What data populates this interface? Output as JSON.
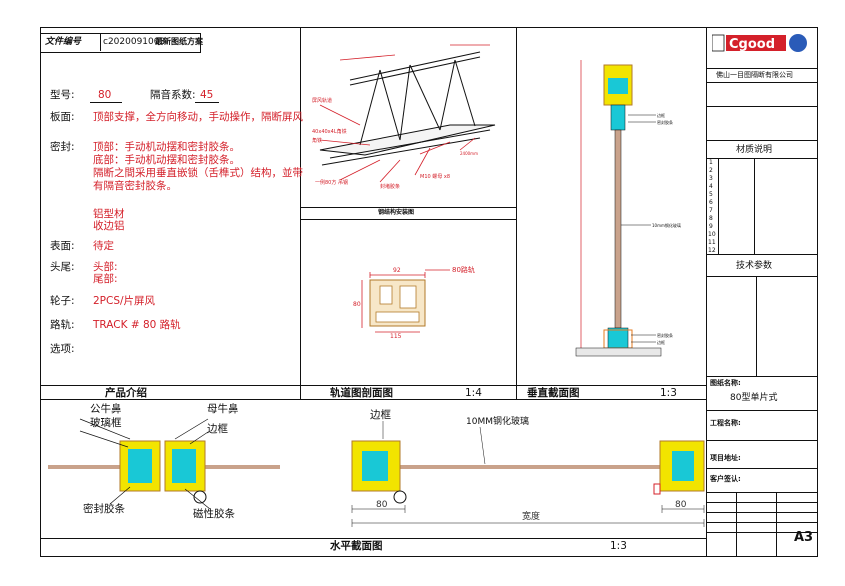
{
  "header": {
    "doc_label": "文件编号",
    "doc_number": "c2020091003",
    "doc_title": "最新图纸方案"
  },
  "product": {
    "model_label": "型号:",
    "model_value": "80",
    "sound_label": "隔音系数:",
    "sound_value": "45",
    "panel_label": "板面:",
    "panel_value": "顶部支撑，全方向移动，手动操作，隔断屏风",
    "seal_label": "密封:",
    "seal_lines": [
      "顶部：手动机动摆和密封胶条。",
      "底部：手动机动摆和密封胶条。",
      "隔断之間采用垂直嵌锁（舌榫式）结构，並带",
      "有隔音密封胶条。"
    ],
    "profile_lines": [
      "铝型材",
      "收边铝"
    ],
    "surface_label": "表面:",
    "surface_value": "待定",
    "head_label": "头尾:",
    "head_lines": [
      "头部:",
      "尾部:"
    ],
    "wheel_label": "轮子:",
    "wheel_value": "2PCS/片屏风",
    "track_label": "路轨:",
    "track_value": "TRACK   # 80 路轨",
    "option_label": "选项:"
  },
  "sections": {
    "intro": "产品介绍",
    "track_title": "轨道图剖面图",
    "track_scale": "1:4",
    "vertical_title": "垂直截面图",
    "vertical_scale": "1:3",
    "horizontal_title": "水平截面图",
    "horizontal_scale": "1:3",
    "steel_install": "钢结构安装图"
  },
  "steel": {
    "angle": "40x40x4L角铁",
    "square_tube": "一例80方 吊钢",
    "screw": "M10 螺母 x8"
  },
  "track": {
    "callout": "80路轨",
    "dim_top": "92",
    "dim_bottom": "115",
    "dim_side": "80"
  },
  "horizontal": {
    "male": "公牛鼻",
    "glass_frame": "玻璃框",
    "female": "母牛鼻",
    "side_frame_l": "边框",
    "seal_strip": "密封胶条",
    "magnet_strip": "磁性胶条",
    "side_frame_r": "边框",
    "glass": "10MM钢化玻璃",
    "dim_left": "80",
    "dim_right": "80",
    "dim_width": "宽度"
  },
  "titleblock": {
    "company": "佛山一目图隔断有限公司",
    "material_title": "材质说明",
    "tech_title": "技术参数",
    "drawing_name_label": "图纸名称:",
    "drawing_name": "80型单片式",
    "project_label": "工程名称:",
    "address_label": "项目地址:",
    "client_label": "客户签认:",
    "sheet": "A3",
    "material_rows": [
      "1",
      "2",
      "3",
      "4",
      "5",
      "6",
      "7",
      "8",
      "9",
      "10",
      "11",
      "12"
    ]
  },
  "colors": {
    "red": "#d4202a",
    "cyan": "#19c8d6",
    "yellow": "#f2e400",
    "orange": "#e57b1f",
    "brown": "#9a5a1f",
    "glass": "#c9a28b"
  }
}
